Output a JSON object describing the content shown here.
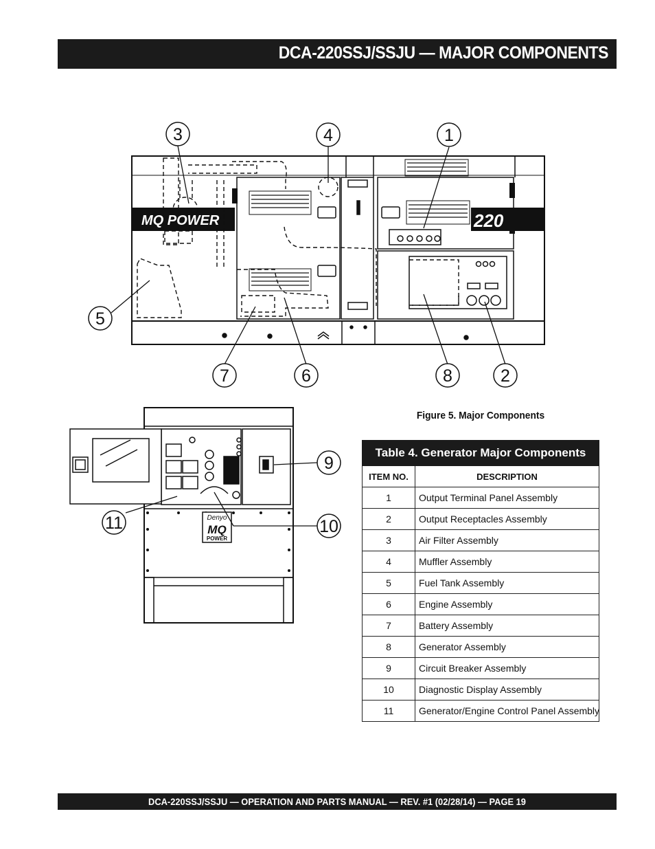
{
  "header": {
    "title": "DCA-220SSJ/SSJU — MAJOR COMPONENTS"
  },
  "figure": {
    "caption": "Figure 5. Major Components",
    "callouts": [
      "1",
      "2",
      "3",
      "4",
      "5",
      "6",
      "7",
      "8",
      "9",
      "10",
      "11"
    ],
    "decals": {
      "brand": "MQ POWER",
      "model": "220",
      "badge_top": "Denyo",
      "badge_mid": "MQ",
      "badge_bottom": "POWER"
    }
  },
  "table": {
    "title": "Table 4. Generator Major Components",
    "columns": [
      "ITEM NO.",
      "DESCRIPTION"
    ],
    "rows": [
      {
        "item": "1",
        "description": "Output Terminal Panel Assembly"
      },
      {
        "item": "2",
        "description": "Output Receptacles Assembly"
      },
      {
        "item": "3",
        "description": "Air Filter Assembly"
      },
      {
        "item": "4",
        "description": "Muffler Assembly"
      },
      {
        "item": "5",
        "description": "Fuel Tank Assembly"
      },
      {
        "item": "6",
        "description": "Engine Assembly"
      },
      {
        "item": "7",
        "description": "Battery Assembly"
      },
      {
        "item": "8",
        "description": "Generator Assembly"
      },
      {
        "item": "9",
        "description": "Circuit Breaker Assembly"
      },
      {
        "item": "10",
        "description": "Diagnostic Display Assembly"
      },
      {
        "item": "11",
        "description": "Generator/Engine Control Panel Assembly"
      }
    ]
  },
  "footer": {
    "text": "DCA-220SSJ/SSJU —  OPERATION AND PARTS MANUAL — REV. #1  (02/28/14) — PAGE 19"
  }
}
